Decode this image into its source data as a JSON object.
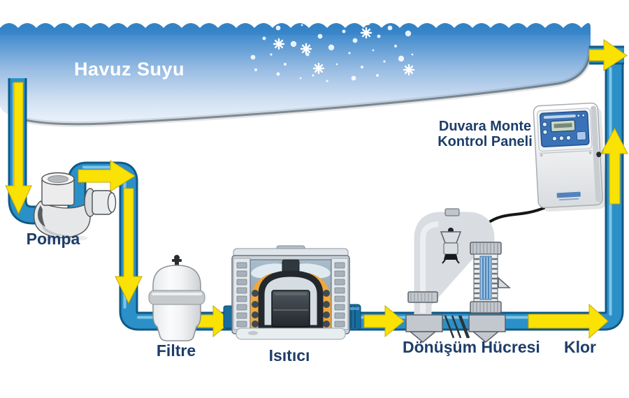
{
  "labels": {
    "pool": "Havuz Suyu",
    "pump": "Pompa",
    "filter": "Filtre",
    "heater": "Isıtıcı",
    "conversion_cell": "Dönüşüm Hücresi",
    "chlorine": "Klor",
    "control_panel_line1": "Duvara Monte",
    "control_panel_line2": "Kontrol Paneli"
  },
  "colors": {
    "water_blue_top": "#3181c6",
    "water_blue_bottom": "#edf4fb",
    "pipe_blue": "#2b90c7",
    "pipe_outline": "#0f5a88",
    "arrow_yellow": "#f9e204",
    "label_navy": "#1d3d69",
    "pool_label_white": "#ffffff",
    "heater_flame_orange": "#f0a83c",
    "panel_display_blue": "#3a72b8",
    "pvc_gray": "#d9dde2",
    "cable_black": "#161616"
  }
}
